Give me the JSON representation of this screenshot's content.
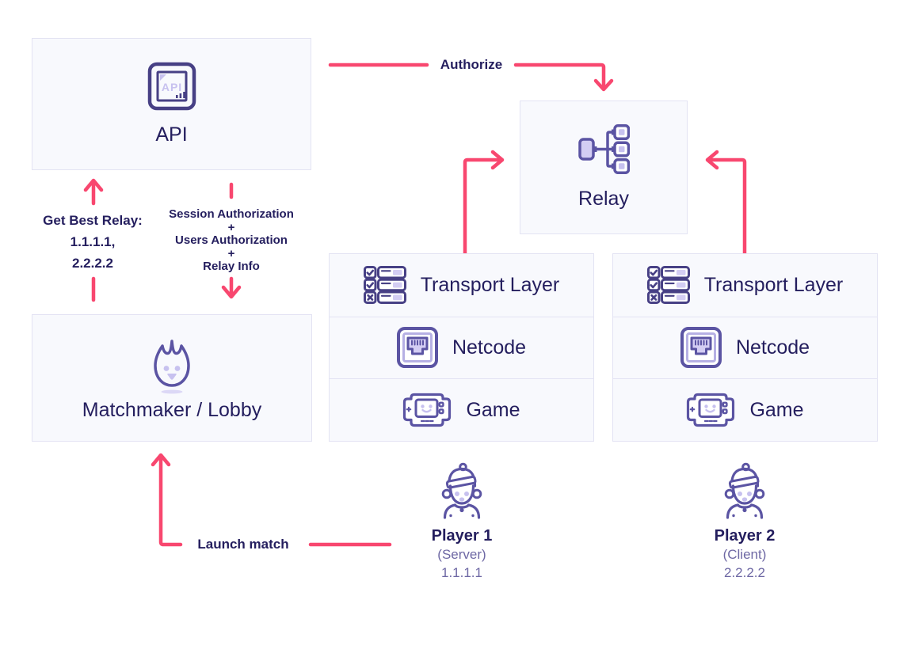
{
  "colors": {
    "accent_pink": "#F8476F",
    "navy": "#241E5E",
    "muted_purple": "#6E68A4",
    "icon_purple": "#5B54A3",
    "icon_dark": "#474085",
    "icon_light": "#D3CDF3",
    "icon_face": "#C7C1EF",
    "icon_pale": "#B6B0E4",
    "icon_shadow": "#DCD8F6",
    "box_bg": "#F8F9FD",
    "box_border": "#E3E3F3",
    "canvas_bg": "#FFFFFF"
  },
  "nodes": {
    "api": {
      "label": "API",
      "icon": "api-icon",
      "icon_text": "API"
    },
    "relay": {
      "label": "Relay",
      "icon": "relay-icon"
    },
    "matchmaker": {
      "label": "Matchmaker / Lobby",
      "icon": "flame-icon"
    }
  },
  "stacks": [
    {
      "owner": "Player 1",
      "rows": [
        {
          "label": "Transport Layer",
          "icon": "checklist-icon"
        },
        {
          "label": "Netcode",
          "icon": "ethernet-port-icon"
        },
        {
          "label": "Game",
          "icon": "gamepad-icon"
        }
      ]
    },
    {
      "owner": "Player 2",
      "rows": [
        {
          "label": "Transport Layer",
          "icon": "checklist-icon"
        },
        {
          "label": "Netcode",
          "icon": "ethernet-port-icon"
        },
        {
          "label": "Game",
          "icon": "gamepad-icon"
        }
      ]
    }
  ],
  "players": [
    {
      "name": "Player 1",
      "role": "(Server)",
      "address": "1.1.1.1"
    },
    {
      "name": "Player 2",
      "role": "(Client)",
      "address": "2.2.2.2"
    }
  ],
  "arrows": {
    "authorize": {
      "label": "Authorize",
      "from": "API",
      "to": "Relay"
    },
    "get_best_relay": {
      "lines": [
        "Get Best Relay:",
        "1.1.1.1,",
        "2.2.2.2"
      ],
      "from": "Matchmaker / Lobby",
      "to": "API"
    },
    "session_authorization": {
      "lines": [
        "Session Authorization",
        "+",
        "Users Authorization",
        "+",
        "Relay Info"
      ],
      "from": "API",
      "to": "Matchmaker / Lobby"
    },
    "launch_match": {
      "label": "Launch match",
      "from": "Player 1",
      "to": "Matchmaker / Lobby"
    },
    "player1_to_relay": {
      "from": "Player 1 Transport Layer",
      "to": "Relay"
    },
    "player2_to_relay": {
      "from": "Player 2 Transport Layer",
      "to": "Relay"
    }
  }
}
